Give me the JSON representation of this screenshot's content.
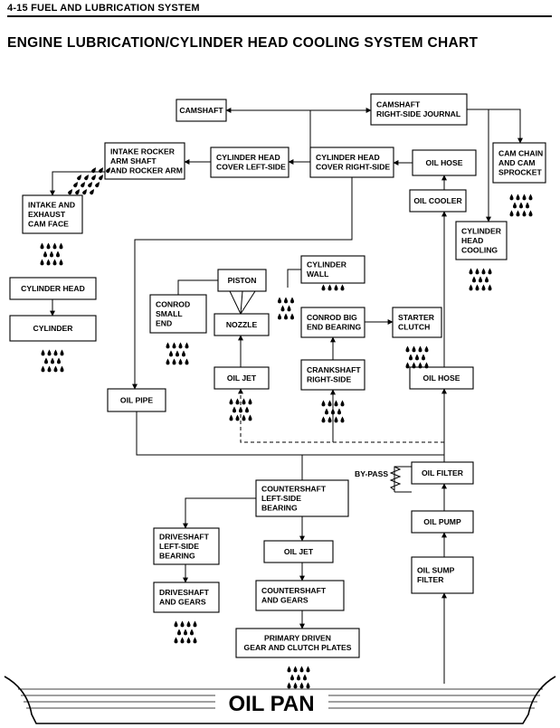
{
  "header": {
    "section": "4-15  FUEL AND LUBRICATION SYSTEM"
  },
  "title": "ENGINE LUBRICATION/CYLINDER HEAD COOLING SYSTEM CHART",
  "nodes": {
    "camshaft": [
      "CAMSHAFT"
    ],
    "camshaft_right_journal": [
      "CAMSHAFT",
      "RIGHT-SIDE JOURNAL"
    ],
    "cam_chain": [
      "CAM CHAIN",
      "AND CAM",
      "SPROCKET"
    ],
    "intake_rocker": [
      "INTAKE ROCKER",
      "ARM SHAFT",
      "AND ROCKER ARM"
    ],
    "cyl_head_cover_left": [
      "CYLINDER HEAD",
      "COVER LEFT-SIDE"
    ],
    "cyl_head_cover_right": [
      "CYLINDER HEAD",
      "COVER RIGHT-SIDE"
    ],
    "oil_hose_top": [
      "OIL HOSE"
    ],
    "intake_exhaust_cam": [
      "INTAKE AND",
      "EXHAUST",
      "CAM FACE"
    ],
    "oil_cooler": [
      "OIL COOLER"
    ],
    "cyl_head_cooling": [
      "CYLINDER",
      "HEAD",
      "COOLING"
    ],
    "piston": [
      "PISTON"
    ],
    "cylinder_wall": [
      "CYLINDER",
      "WALL"
    ],
    "cylinder_head": [
      "CYLINDER HEAD"
    ],
    "conrod_small": [
      "CONROD",
      "SMALL",
      "END"
    ],
    "nozzle": [
      "NOZZLE"
    ],
    "conrod_big": [
      "CONROD BIG",
      "END BEARING"
    ],
    "starter_clutch": [
      "STARTER",
      "CLUTCH"
    ],
    "cylinder": [
      "CYLINDER"
    ],
    "oil_jet_upper": [
      "OIL JET"
    ],
    "crankshaft_right": [
      "CRANKSHAFT",
      "RIGHT-SIDE"
    ],
    "oil_hose_mid": [
      "OIL HOSE"
    ],
    "oil_pipe": [
      "OIL PIPE"
    ],
    "oil_filter": [
      "OIL FILTER"
    ],
    "countershaft_left": [
      "COUNTERSHAFT",
      "LEFT-SIDE",
      "BEARING"
    ],
    "oil_pump": [
      "OIL PUMP"
    ],
    "driveshaft_left": [
      "DRIVESHAFT",
      "LEFT-SIDE",
      "BEARING"
    ],
    "oil_jet_lower": [
      "OIL JET"
    ],
    "oil_sump_filter": [
      "OIL SUMP",
      "FILTER"
    ],
    "driveshaft_gears": [
      "DRIVESHAFT",
      "AND GEARS"
    ],
    "countershaft_gears": [
      "COUNTERSHAFT",
      "AND GEARS"
    ],
    "primary_driven": [
      "PRIMARY DRIVEN",
      "GEAR AND CLUTCH PLATES"
    ]
  },
  "bypass_label": "BY-PASS",
  "oil_pan_label": "OIL PAN"
}
